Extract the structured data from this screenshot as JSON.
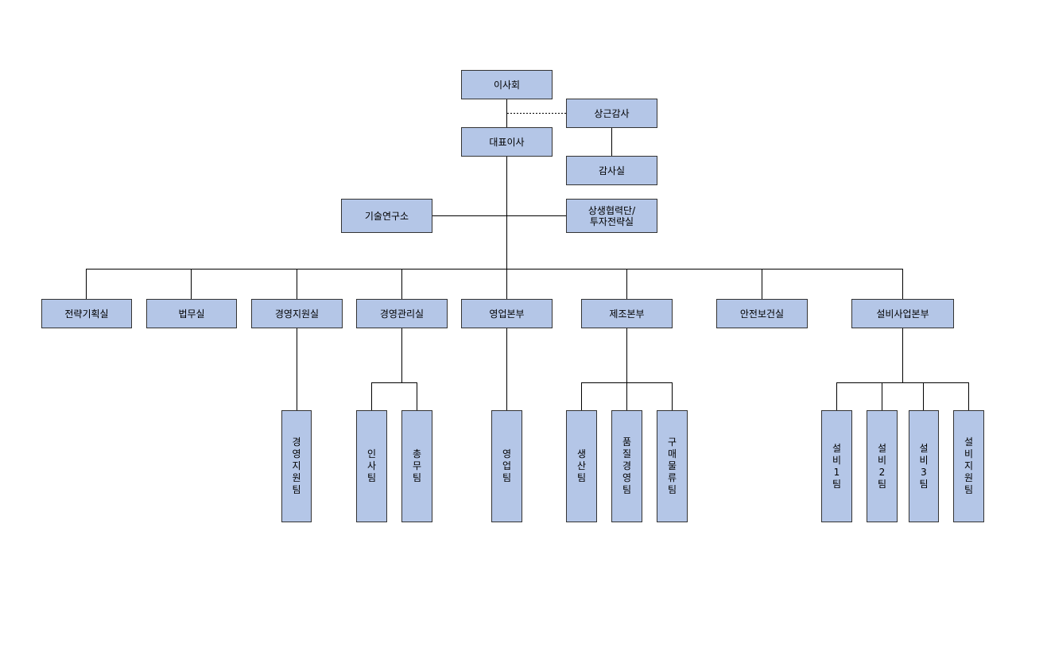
{
  "colors": {
    "box_fill": "#b4c6e7",
    "box_border": "#333333",
    "line": "#000000"
  },
  "org": {
    "board": "이사회",
    "auditor": "상근감사",
    "ceo": "대표이사",
    "audit_office": "감사실",
    "rnd": "기술연구소",
    "winwin": "상생협력단/\n투자전략실",
    "strategy": "전략기획실",
    "legal": "법무실",
    "mgmt_support": "경영지원실",
    "mgmt_admin": "경영관리실",
    "sales_hq": "영업본부",
    "mfg_hq": "제조본부",
    "safety": "안전보건실",
    "facility_hq": "설비사업본부",
    "mgmt_support_team": "경영지원팀",
    "hr_team": "인사팀",
    "general_team": "총무팀",
    "sales_team": "영업팀",
    "production_team": "생산팀",
    "quality_team": "품질경영팀",
    "purchasing_team": "구매물류팀",
    "facility1_team": "설비1팀",
    "facility2_team": "설비2팀",
    "facility3_team": "설비3팀",
    "facility_support_team": "설비지원팀"
  }
}
